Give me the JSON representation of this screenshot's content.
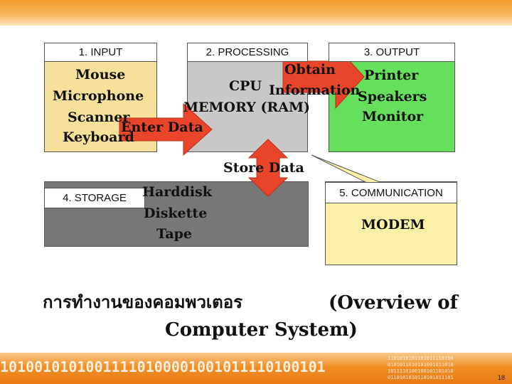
{
  "headers": {
    "input": "1. INPUT",
    "processing": "2. PROCESSING",
    "output": "3. OUTPUT",
    "storage": "4. STORAGE",
    "communication": "5. COMMUNICATION"
  },
  "input_items": [
    "Mouse",
    "Microphone",
    "Scanner",
    "Keyboard"
  ],
  "processing_items": [
    "CPU",
    "MEMORY (RAM)"
  ],
  "output_items": [
    "Printer",
    "Speakers",
    "Monitor"
  ],
  "storage_items": [
    "Harddisk",
    "Diskette",
    "Tape"
  ],
  "communication_items": [
    "MODEM"
  ],
  "arrows": {
    "enter_data": "Enter Data",
    "obtain_information_line1": "Obtain",
    "obtain_information_line2": "Information",
    "store_data": "Store Data"
  },
  "caption": {
    "line1_thai": "การทำงานของคอมพวเตอร",
    "line1_english": "(Overview of",
    "line2": "Computer System)"
  },
  "footer": {
    "binary_text": "10100101010011110100001001011110100101",
    "page_number": "18"
  },
  "colors": {
    "input": "#f7e09a",
    "processing": "#c8c8c8",
    "output": "#66e05c",
    "storage": "#777777",
    "communication": "#faf0a8",
    "arrow": "#e8452a",
    "band": "#f08f26"
  }
}
